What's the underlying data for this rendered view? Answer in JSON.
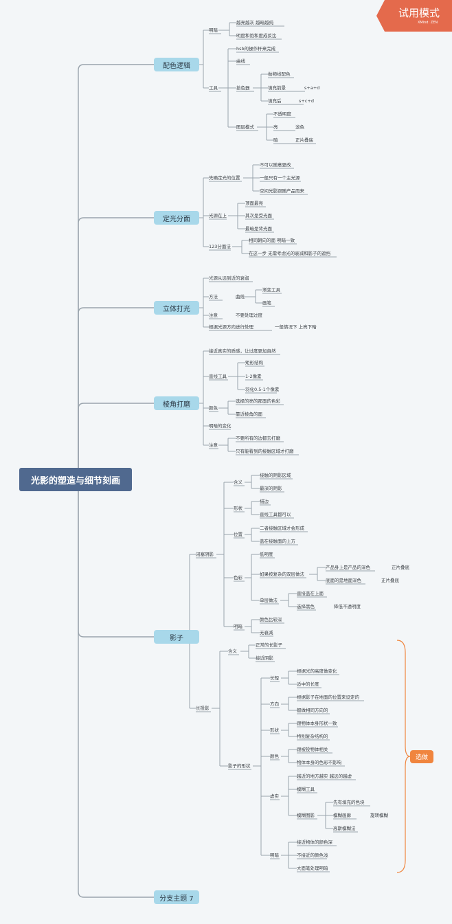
{
  "trial_badge": {
    "title": "试用模式",
    "subtitle": "XMind: ZEN"
  },
  "root": "光影的塑造与细节刻画",
  "mains": [
    "配色逻辑",
    "定光分面",
    "立体打光",
    "棱角打磨",
    "影子",
    "分支主题 7"
  ],
  "summary_label": "选做",
  "colors": {
    "root": "#50698f",
    "main_topic": "#a8d8ea",
    "line": "#9aa4ad",
    "trial": "#e46a4c",
    "summary": "#f0853e"
  },
  "texts": [
    "明暗",
    "越亮越灰 越暗越纯",
    "明度和饱和度成反比",
    "hsb的操作杆来完成",
    "曲线",
    "工具",
    "拾色器",
    "抛物线配色",
    "填充前景",
    "s+a+d",
    "填充后",
    "s+c+d",
    "不透明度",
    "图层模式",
    "亮",
    "滤色",
    "暗",
    "正片叠底",
    "先确定光的位置",
    "不可以随意更改",
    "一般只有一个主光源",
    "空间光影跟随产品而来",
    "光源在上",
    "顶面最亮",
    "其次是受光面",
    "最暗是背光面",
    "123分面法",
    "相同朝向的面 明暗一致",
    "在这一步 无需考虑光的衰减和影子的遮挡",
    "光源从远到近的衰弱",
    "方法",
    "曲线",
    "渐变工具",
    "画笔",
    "注意",
    "不要处理过度",
    "根据光源方向进行处理",
    "一般情况下 上亮下暗",
    "接近真实的质感，让过度更加自然",
    "直线工具",
    "矩形结构",
    "1-2像素",
    "羽化0.5-1个像素",
    "颜色",
    "选择的亮的那面的色彩",
    "靠近棱角的面",
    "明暗的变化",
    "注意",
    "不要所有的边都去打磨",
    "只有能看到的接触区域才打磨",
    "闭塞阴影",
    "含义",
    "接触的阴影区域",
    "最深的阴影",
    "形状",
    "描边",
    "直线工具都可以",
    "位置",
    "二者接触区域才会形成",
    "盖在接触面的上方",
    "色彩",
    "低明度",
    "如果按复杂的双层做法",
    "产品身上是产品的深色",
    "正片叠底",
    "底面的是地面深色",
    "正片叠底",
    "单层做法",
    "直接盖在上面",
    "选择黑色",
    "降低不透明度",
    "明暗",
    "颜色比较深",
    "无衰减",
    "长投影",
    "含义",
    "正常的长影子",
    "接近阴影",
    "影子的形状",
    "长短",
    "根据光的高度做变化",
    "适中的长度",
    "方向",
    "根据影子在地面的位置来设定的",
    "都做相同方向的",
    "形状",
    "跟物体本身形状一致",
    "特别复杂结构的",
    "颜色",
    "跟被投物体相关",
    "物体本身的色彩不影响",
    "虚实",
    "越近的地方越实 越远的越虚",
    "模糊工具",
    "模糊图影",
    "先有填充的色块",
    "模糊画廊",
    "旋转模糊",
    "高斯模糊法",
    "明暗",
    "接近物体的颜色深",
    "不接近的颜色浅",
    "大面笔处理明暗"
  ]
}
